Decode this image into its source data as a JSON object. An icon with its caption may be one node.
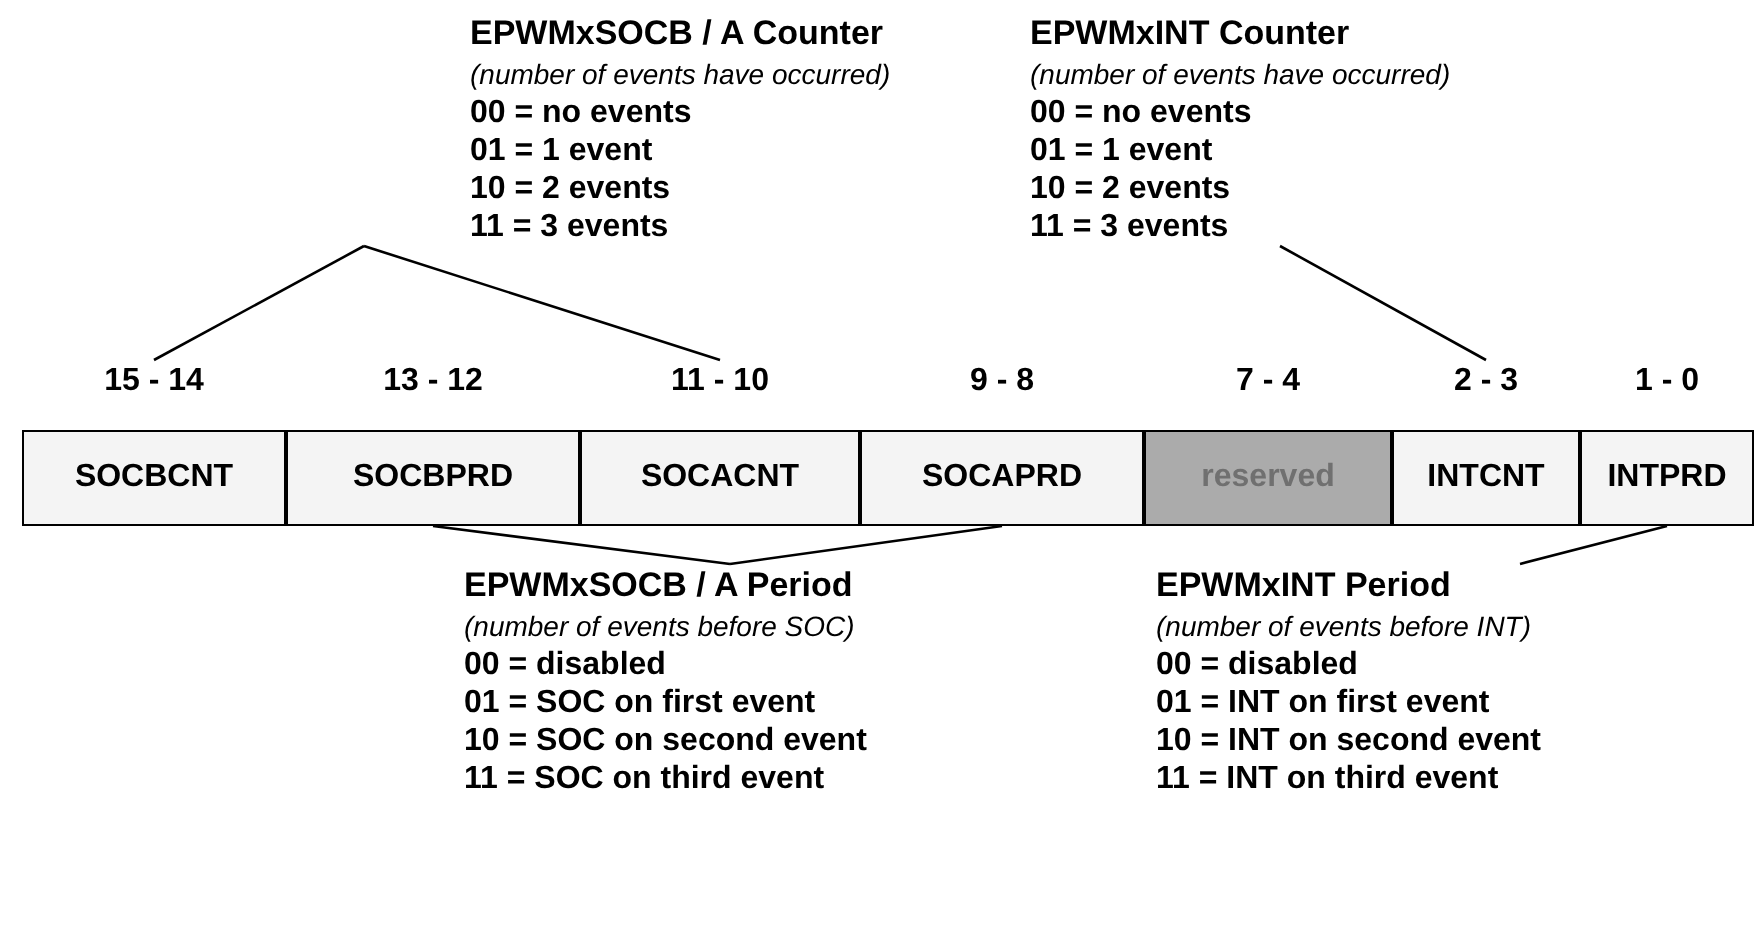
{
  "diagram": {
    "nodes": [
      {
        "text": [
          "EPWMxSOCB / A Counter",
          "(number of events have occurred)",
          "00 = no events",
          "01 = 1 event",
          "10 = 2 events",
          "11 = 3 events"
        ]
      },
      {
        "text": [
          "EPWMxINT Counter",
          "(number of events have occurred)",
          "00 = no events",
          "01 = 1 event",
          "10 = 2 events",
          "11 = 3 events"
        ]
      },
      {
        "text": [
          "SOCBCNT"
        ],
        "beside": [
          "15 - 14"
        ]
      },
      {
        "text": [
          "SOCBPRD"
        ],
        "beside": [
          "13 - 12"
        ]
      },
      {
        "text": [
          "SOCACNT"
        ],
        "beside": [
          "11 - 10"
        ]
      },
      {
        "text": [
          "SOCAPRD"
        ],
        "beside": [
          "9 - 8"
        ]
      },
      {
        "text": [
          "reserved"
        ],
        "beside": [
          "7 - 4"
        ]
      },
      {
        "text": [
          "INTCNT"
        ],
        "beside": [
          "2 - 3"
        ]
      },
      {
        "text": [
          "INTPRD"
        ],
        "beside": [
          "1 - 0"
        ]
      },
      {
        "text": [
          "EPWMxSOCB / A Period",
          "(number of events before SOC)",
          "00 = disabled",
          "01 = SOC on first event",
          "10 = SOC on second event",
          "11 = SOC on third event"
        ]
      },
      {
        "text": [
          "EPWMxINT Period",
          "(number of events before INT)",
          "00 = disabled",
          "01 = INT on first event",
          "10 = INT on second event",
          "11 = INT on third event"
        ]
      }
    ],
    "edges": [
      {
        "from": 0,
        "to": 2,
        "arrow": "none"
      },
      {
        "from": 0,
        "to": 4,
        "arrow": "none"
      },
      {
        "from": 1,
        "to": 7,
        "arrow": "none"
      },
      {
        "from": 9,
        "to": 3,
        "arrow": "none"
      },
      {
        "from": 9,
        "to": 5,
        "arrow": "none"
      },
      {
        "from": 10,
        "to": 8,
        "arrow": "none"
      }
    ]
  }
}
